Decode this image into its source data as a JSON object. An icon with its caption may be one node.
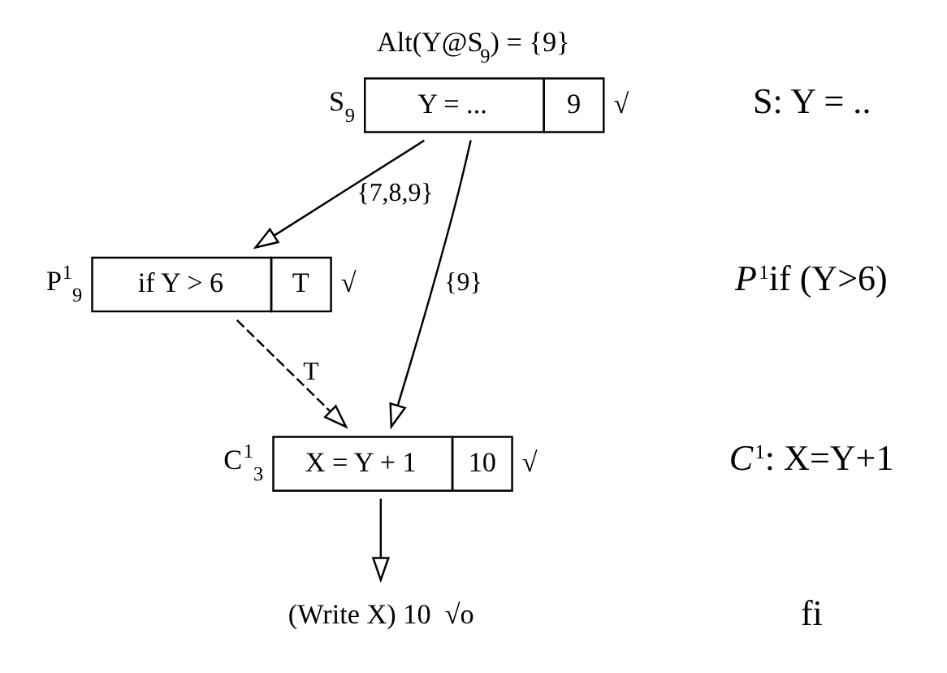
{
  "diagram": {
    "title": "Alt(Y@S$_{9}$) = {9}",
    "nodes": [
      {
        "text": [
          "Y = ...",
          "9"
        ],
        "beside": [
          "S$_{9}$",
          "√"
        ]
      },
      {
        "text": [
          "if Y > 6",
          "T"
        ],
        "beside": [
          "P$^{1}$$_{9}$",
          "√"
        ]
      },
      {
        "text": [
          "X = Y + 1",
          "10"
        ],
        "beside": [
          "C$^{1}$$_{3}$",
          "√"
        ]
      },
      {
        "text": [
          "(Write X) 10  √o"
        ]
      }
    ],
    "edges": [
      {
        "from": 0,
        "to": 2,
        "arrow": "to",
        "label": "{9}"
      },
      {
        "from": 0,
        "to": 1,
        "arrow": "to",
        "label": "{7,8,9}"
      },
      {
        "from": 1,
        "to": 2,
        "arrow": "to",
        "label": "T",
        "style": "dashed"
      },
      {
        "from": 2,
        "to": 3,
        "arrow": "to"
      }
    ],
    "labels": [
      "S: Y = ..",
      "*P*$^{1}$if (Y>6)",
      "*C*$^{1}$: X=Y+1",
      "fi"
    ]
  }
}
